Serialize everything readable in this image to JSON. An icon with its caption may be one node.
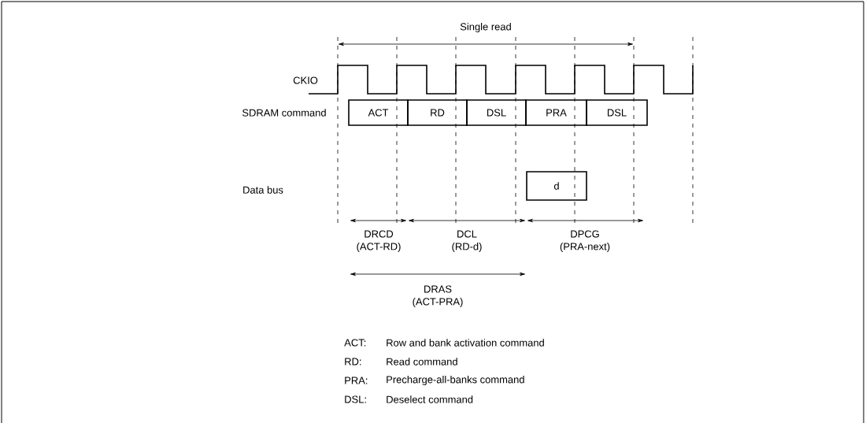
{
  "diagram": {
    "nodes": [
      {
        "text": [
          "ACT"
        ]
      },
      {
        "text": [
          "RD"
        ]
      },
      {
        "text": [
          "DSL"
        ]
      },
      {
        "text": [
          "PRA"
        ]
      },
      {
        "text": [
          "DSL"
        ]
      },
      {
        "text": [
          "d"
        ]
      }
    ],
    "edges": [],
    "labels": [
      "Single read",
      "CKIO",
      "SDRAM command",
      "Data bus",
      "DRCD",
      "(ACT-RD)",
      "DCL",
      "(RD-d)",
      "DPCG",
      "(PRA-next)",
      "DRAS",
      "(ACT-PRA)",
      "ACT:",
      "Row and bank activation command",
      "RD:",
      "Read command",
      "PRA:",
      "Precharge-all-banks command",
      "DSL:",
      "Deselect command"
    ]
  }
}
